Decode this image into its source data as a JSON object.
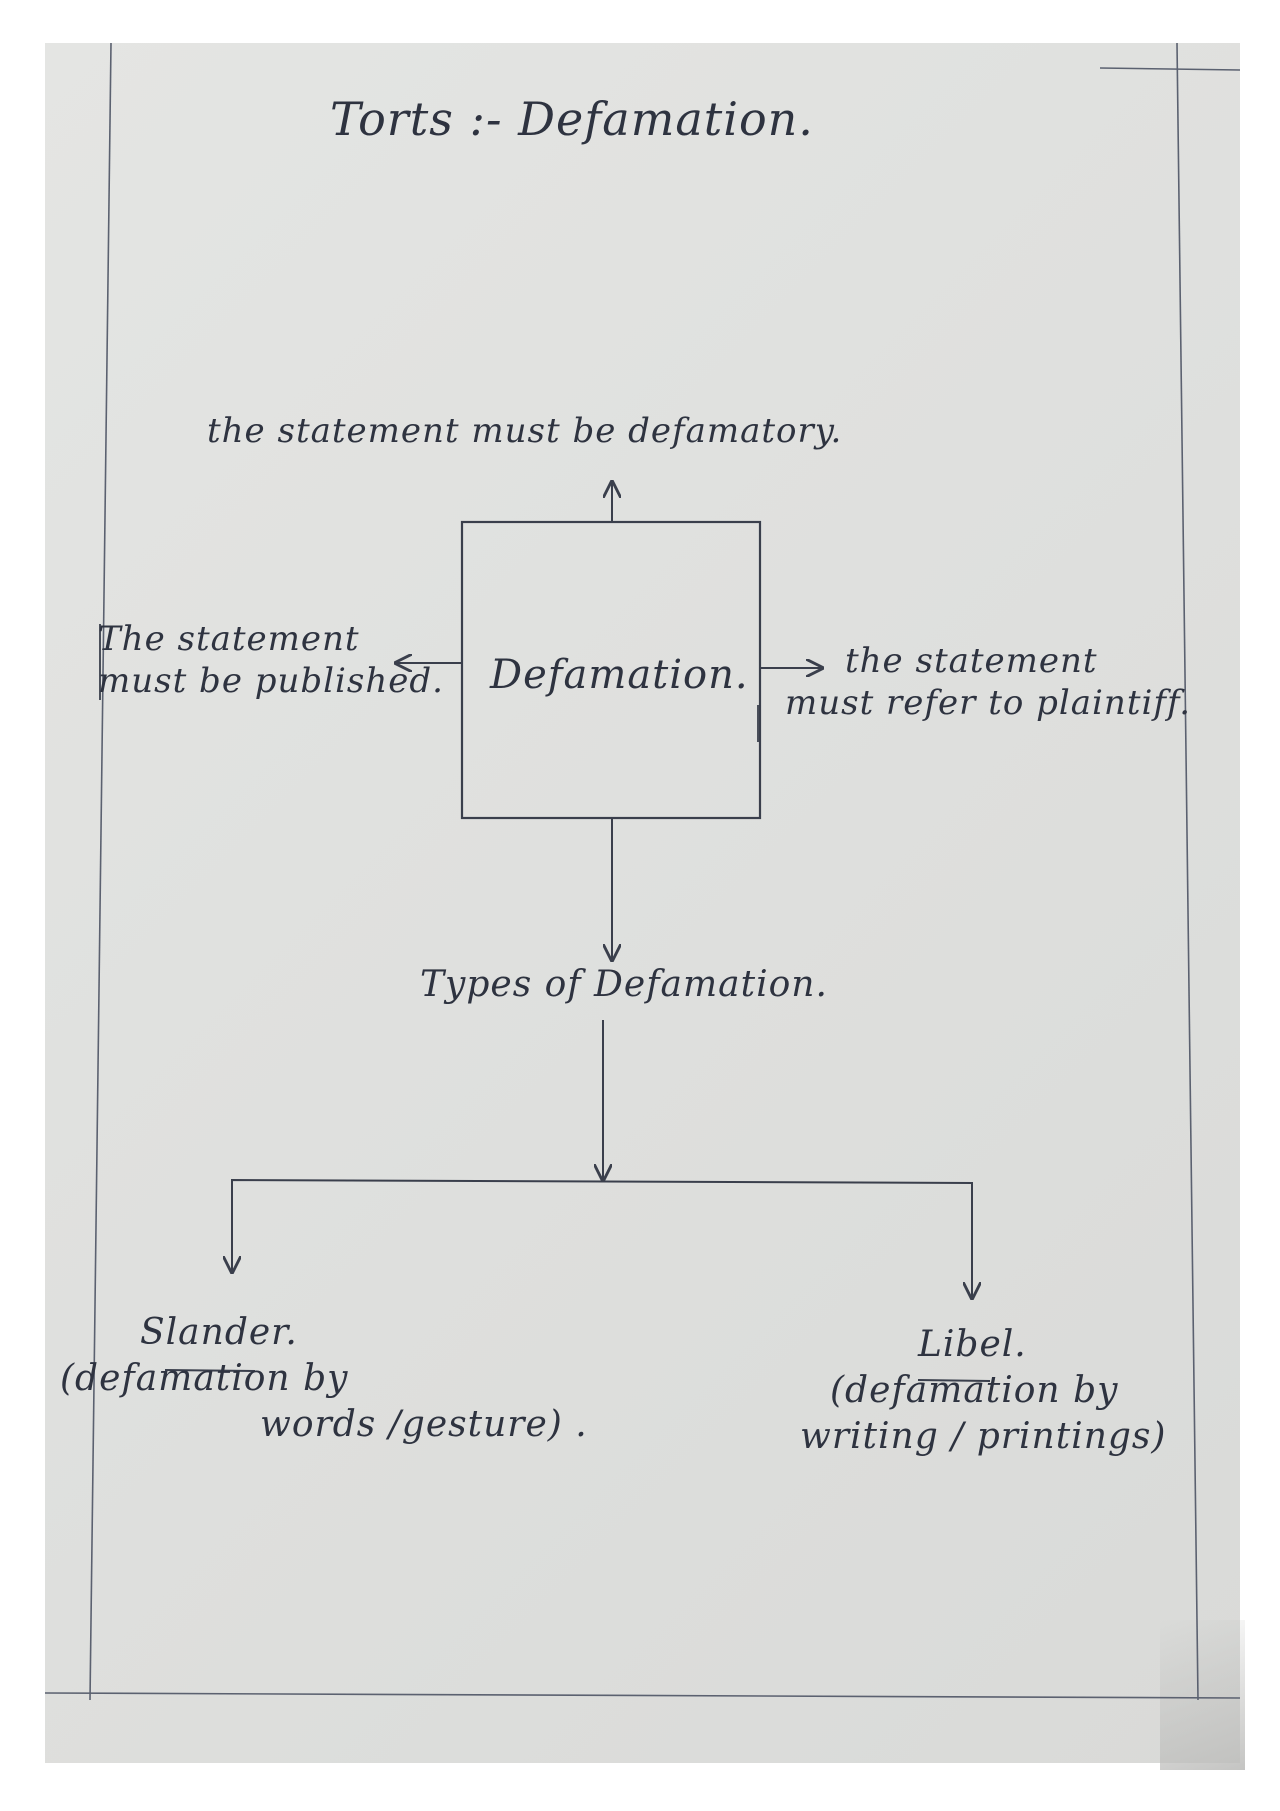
{
  "title": "Torts :- Defamation.",
  "center_node": "Defamation.",
  "top_note": "the statement must be defamatory.",
  "left_note": [
    "The statement",
    "must be published."
  ],
  "right_note": [
    "the statement",
    "must refer to plaintiff."
  ],
  "types_heading": "Types of Defamation.",
  "slander": {
    "name": "Slander.",
    "description": [
      "(defamation by",
      "words /gesture) ."
    ]
  },
  "libel": {
    "name": "Libel.",
    "description": [
      "(defamation by",
      "writing / printings)"
    ]
  },
  "colors": {
    "ink": "#2e3340",
    "rule": "#5b6170",
    "paper": "#e1e2e0"
  }
}
